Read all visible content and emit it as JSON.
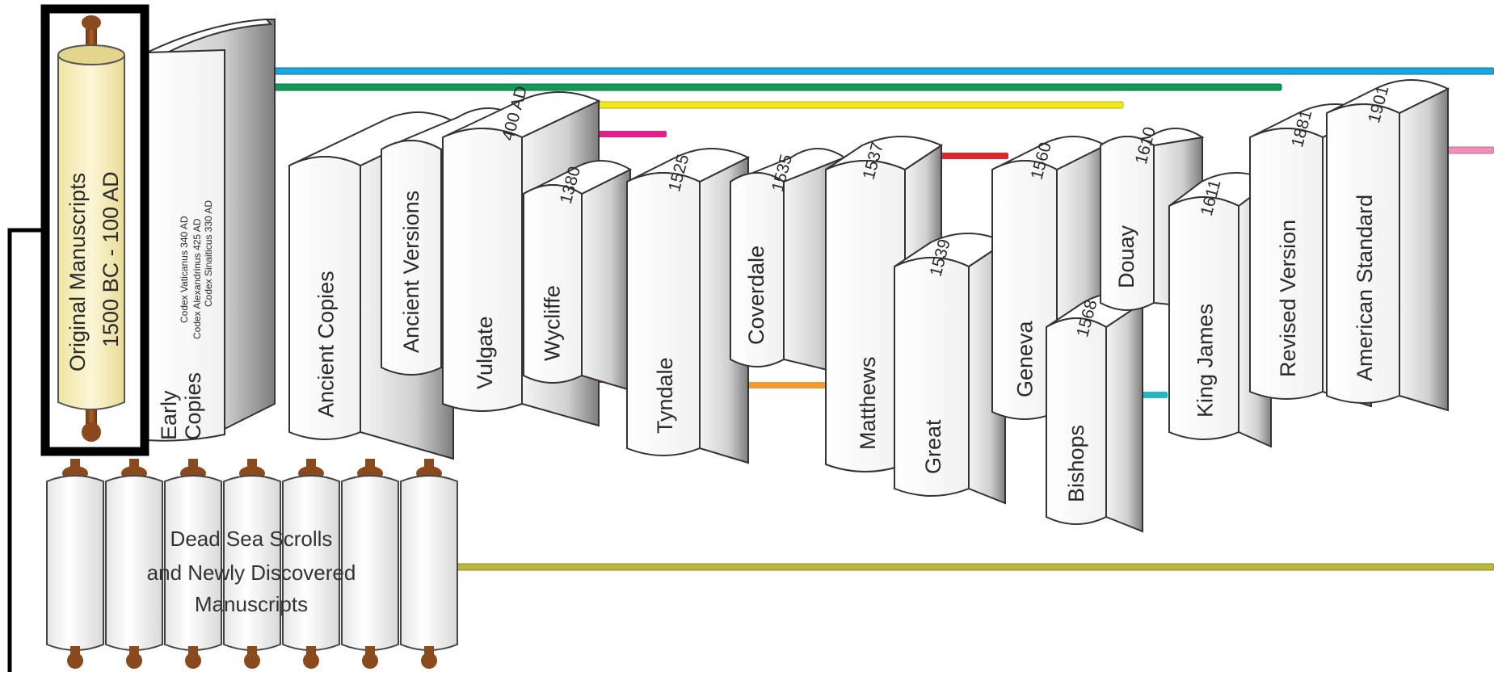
{
  "colors": {
    "accent_frame": "#000000",
    "parchment": "#f7f1c9",
    "roller": "#8b4a1e",
    "blue": "#1aa7e0",
    "green": "#129a58",
    "yellow": "#f3ea17",
    "magenta": "#e0218a",
    "red": "#e0262a",
    "lime": "#c6d62a",
    "purple": "#a8208e",
    "orange": "#f29a2e",
    "navy": "#2a2f8c",
    "teal": "#23b7c3",
    "pink": "#ee8fb8",
    "olive": "#b9b83a"
  },
  "original": {
    "title": "Original Manuscripts",
    "dates": "1500 BC - 100 AD"
  },
  "early_copies": {
    "label_line1": "Early",
    "label_line2": "Copies",
    "codices": [
      "Codex Alexandrinus 425 AD",
      "Codex Vaticanus 340 AD",
      "Codex Sinaiticus 330 AD"
    ]
  },
  "books": [
    {
      "key": "ancient-copies",
      "spine": "Ancient Copies",
      "year": ""
    },
    {
      "key": "ancient-versions",
      "spine": "Ancient Versions",
      "year": ""
    },
    {
      "key": "vulgate",
      "spine": "Vulgate",
      "year": "400 AD"
    },
    {
      "key": "wycliffe",
      "spine": "Wycliffe",
      "year": "1380"
    },
    {
      "key": "tyndale",
      "spine": "Tyndale",
      "year": "1525"
    },
    {
      "key": "coverdale",
      "spine": "Coverdale",
      "year": "1535"
    },
    {
      "key": "matthews",
      "spine": "Matthews",
      "year": "1537"
    },
    {
      "key": "great",
      "spine": "Great",
      "year": "1539"
    },
    {
      "key": "geneva",
      "spine": "Geneva",
      "year": "1560"
    },
    {
      "key": "bishops",
      "spine": "Bishops",
      "year": "1568"
    },
    {
      "key": "douay",
      "spine": "Douay",
      "year": "1610"
    },
    {
      "key": "king-james",
      "spine": "King James",
      "year": "1611"
    },
    {
      "key": "revised-version",
      "spine": "Revised Version",
      "year": "1881"
    },
    {
      "key": "american-standard",
      "spine": "American Standard",
      "year": "1901"
    }
  ],
  "dead_sea": {
    "line1": "Dead Sea Scrolls",
    "line2": "and Newly Discovered",
    "line3": "Manuscripts"
  }
}
